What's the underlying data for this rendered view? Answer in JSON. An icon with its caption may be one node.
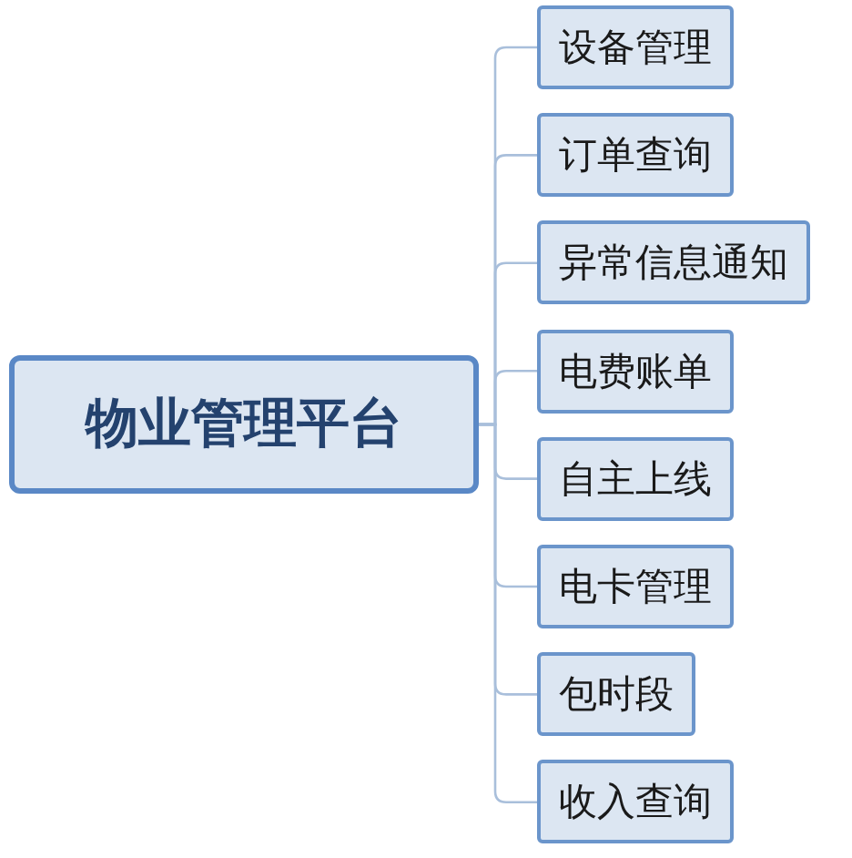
{
  "diagram": {
    "nodes": [
      {
        "text": [
          "物业管理平台"
        ]
      },
      {
        "text": [
          "设备管理"
        ]
      },
      {
        "text": [
          "订单查询"
        ]
      },
      {
        "text": [
          "异常信息通知"
        ]
      },
      {
        "text": [
          "电费账单"
        ]
      },
      {
        "text": [
          "自主上线"
        ]
      },
      {
        "text": [
          "电卡管理"
        ]
      },
      {
        "text": [
          "包时段"
        ]
      },
      {
        "text": [
          "收入查询"
        ]
      }
    ],
    "edges": [
      {
        "from": 0,
        "to": 1,
        "arrow": "none"
      },
      {
        "from": 0,
        "to": 2,
        "arrow": "none"
      },
      {
        "from": 0,
        "to": 3,
        "arrow": "none"
      },
      {
        "from": 0,
        "to": 4,
        "arrow": "none"
      },
      {
        "from": 0,
        "to": 5,
        "arrow": "none"
      },
      {
        "from": 0,
        "to": 6,
        "arrow": "none"
      },
      {
        "from": 0,
        "to": 7,
        "arrow": "none"
      },
      {
        "from": 0,
        "to": 8,
        "arrow": "none"
      }
    ]
  }
}
